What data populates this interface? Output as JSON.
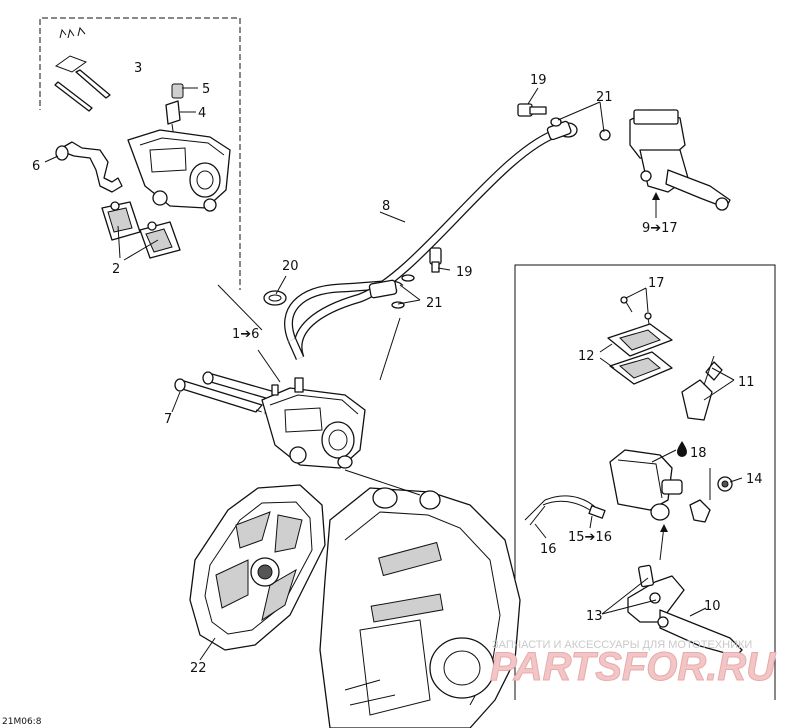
{
  "diagram": {
    "code": "21M06:8",
    "labels": {
      "l1_6": "1➔6",
      "l2": "2",
      "l3": "3",
      "l4": "4",
      "l5": "5",
      "l6": "6",
      "l7": "7",
      "l8": "8",
      "l9_17": "9➔17",
      "l10": "10",
      "l11": "11",
      "l12": "12",
      "l13": "13",
      "l14": "14",
      "l15_16": "15➔16",
      "l16": "16",
      "l17": "17",
      "l18": "18",
      "l19a": "19",
      "l19b": "19",
      "l20": "20",
      "l21a": "21",
      "l21b": "21",
      "l22": "22"
    },
    "watermark": {
      "line1": "ЗАПЧАСТИ И АКСЕССУАРЫ ДЛЯ МОТОТЕХНИКИ",
      "line2": "PARTSFOR.RU"
    }
  }
}
